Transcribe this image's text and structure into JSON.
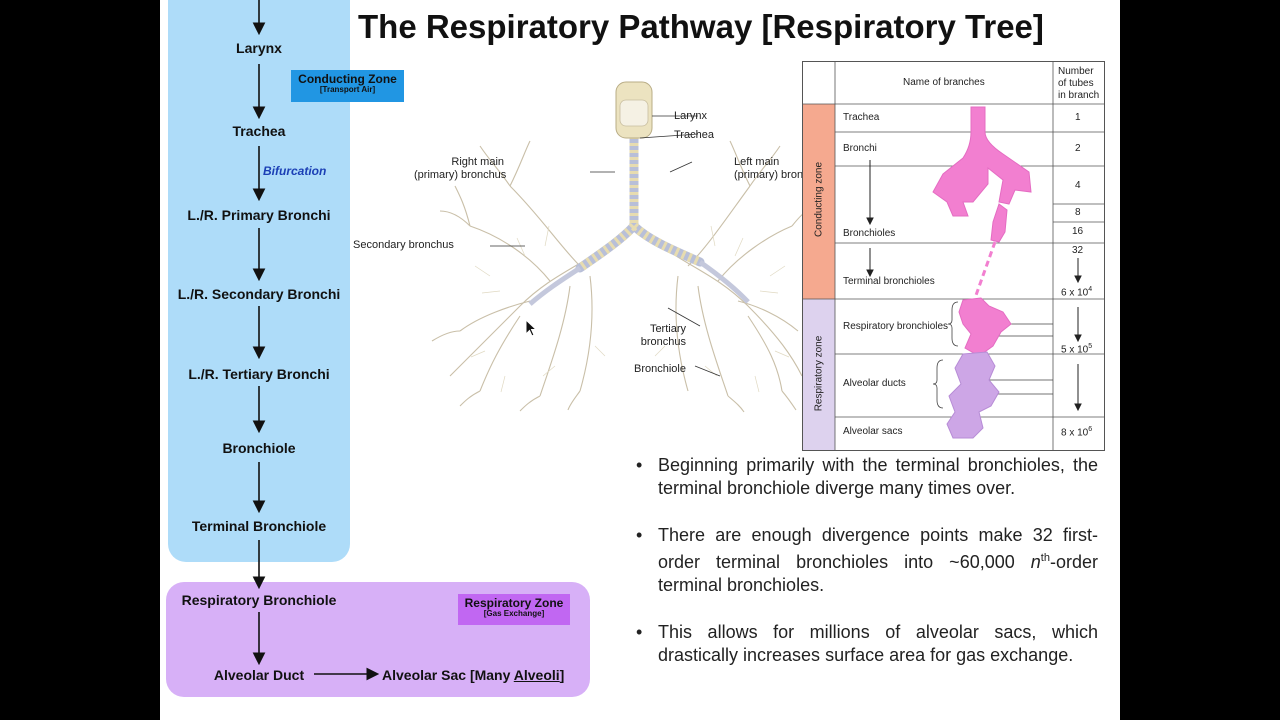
{
  "title": "The Respiratory Pathway [Respiratory Tree]",
  "flow": {
    "nodes": [
      "Larynx",
      "Trachea",
      "L./R. Primary Bronchi",
      "L./R. Secondary Bronchi",
      "L./R. Tertiary Bronchi",
      "Bronchiole",
      "Terminal Bronchiole",
      "Respiratory Bronchiole",
      "Alveolar Duct"
    ],
    "alveolar_sac_prefix": "Alveolar Sac [Many ",
    "alveolar_sac_link": "Alveoli",
    "alveolar_sac_suffix": "]",
    "bifurcation": "Bifurcation"
  },
  "conducting_zone": {
    "title": "Conducting Zone",
    "subtitle": "[Transport Air]",
    "color": "#2196e3",
    "bg": "#aedcf9"
  },
  "respiratory_zone": {
    "title": "Respiratory Zone",
    "subtitle": "[Gas Exchange]",
    "color": "#c167f2",
    "bg": "#d7b0f7"
  },
  "figure_labels": {
    "larynx": "Larynx",
    "trachea": "Trachea",
    "right_main_1": "Right main",
    "right_main_2": "(primary) bronchus",
    "left_main_1": "Left main",
    "left_main_2": "(primary) bron",
    "secondary": "Secondary bronchus",
    "tertiary_1": "Tertiary",
    "tertiary_2": "bronchus",
    "bronchiole": "Bronchiole"
  },
  "table": {
    "header_name": "Name of branches",
    "header_count_1": "Number",
    "header_count_2": "of tubes",
    "header_count_3": "in branch",
    "conducting_label": "Conducting zone",
    "respiratory_label": "Respiratory zone",
    "rows": [
      {
        "name": "Trachea",
        "count": "1"
      },
      {
        "name": "Bronchi",
        "count": "2"
      },
      {
        "name": "",
        "count": "4"
      },
      {
        "name": "",
        "count": "8"
      },
      {
        "name": "Bronchioles",
        "count": "16"
      },
      {
        "name": "",
        "count": "32"
      },
      {
        "name": "Terminal bronchioles",
        "count": "6 x 10"
      },
      {
        "name": "Respiratory bronchioles",
        "count": "5 x 10"
      },
      {
        "name": "Alveolar ducts",
        "count": ""
      },
      {
        "name": "Alveolar sacs",
        "count": "8 x 10"
      }
    ],
    "exponents": [
      "4",
      "5",
      "6"
    ],
    "conducting_color": "#f5a98f",
    "respiratory_color": "#ddd2ee"
  },
  "bullets": {
    "b1": "Beginning primarily with the terminal bronchioles, the terminal bronchiole diverge many times over.",
    "b2_pre": "There are enough divergence points make 32 first-order terminal bronchioles into ~60,000 ",
    "b2_n": "n",
    "b2_sup": "th",
    "b2_post": "-order terminal bronchioles.",
    "b3": "This allows for millions of alveolar sacs, which drastically increases surface area for gas exchange."
  }
}
